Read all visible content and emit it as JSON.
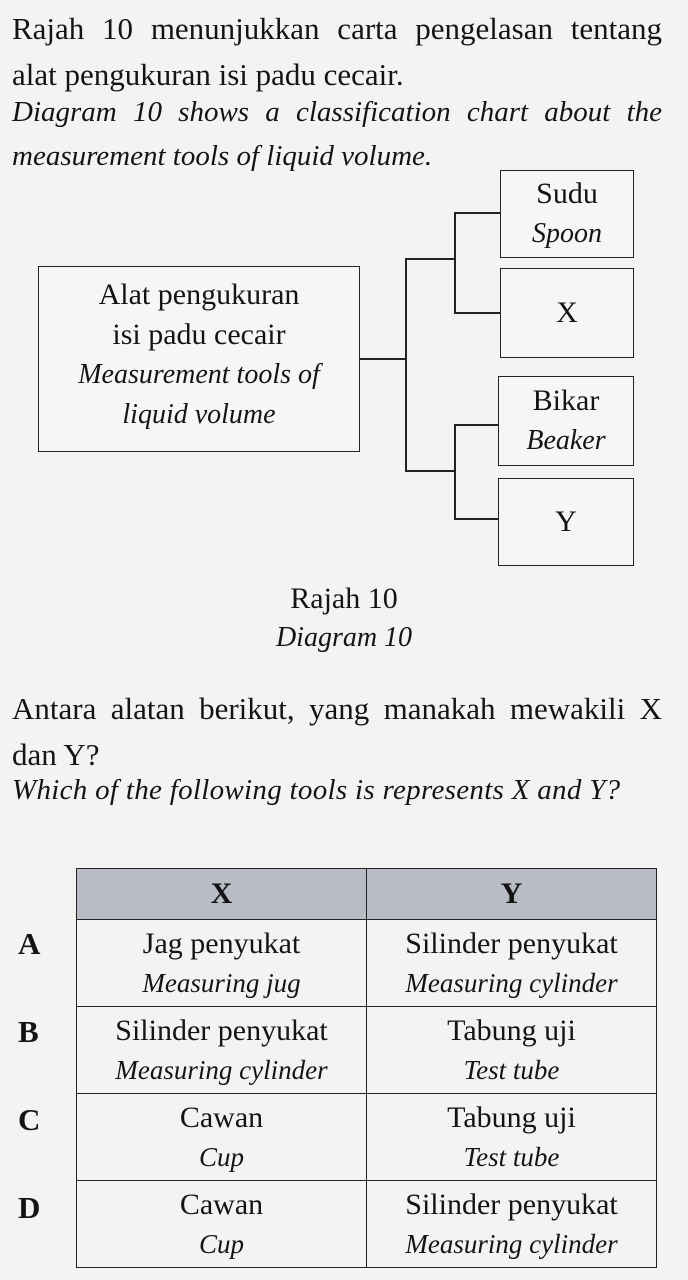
{
  "intro": {
    "ms": "Rajah 10 menunjukkan carta pengelasan tentang alat pengukuran isi padu cecair.",
    "en": "Diagram 10 shows a classification chart about the measurement tools of liquid volume."
  },
  "diagram": {
    "main": {
      "ms_line1": "Alat pengukuran",
      "ms_line2": "isi padu cecair",
      "en_line1": "Measurement tools of",
      "en_line2": "liquid volume"
    },
    "sudu": {
      "ms": "Sudu",
      "en": "Spoon"
    },
    "x": {
      "label": "X"
    },
    "bikar": {
      "ms": "Bikar",
      "en": "Beaker"
    },
    "y": {
      "label": "Y"
    }
  },
  "caption": {
    "ms": "Rajah 10",
    "en": "Diagram 10"
  },
  "question": {
    "ms": "Antara alatan berikut, yang manakah mewakili X dan Y?",
    "en": "Which of the following tools is represents X and Y?"
  },
  "table": {
    "headers": [
      "X",
      "Y"
    ],
    "rows": [
      {
        "letter": "A",
        "x_ms": "Jag penyukat",
        "x_en": "Measuring jug",
        "y_ms": "Silinder penyukat",
        "y_en": "Measuring cylinder"
      },
      {
        "letter": "B",
        "x_ms": "Silinder penyukat",
        "x_en": "Measuring cylinder",
        "y_ms": "Tabung uji",
        "y_en": "Test tube"
      },
      {
        "letter": "C",
        "x_ms": "Cawan",
        "x_en": "Cup",
        "y_ms": "Tabung uji",
        "y_en": "Test tube"
      },
      {
        "letter": "D",
        "x_ms": "Cawan",
        "x_en": "Cup",
        "y_ms": "Silinder penyukat",
        "y_en": "Measuring cylinder"
      }
    ]
  }
}
